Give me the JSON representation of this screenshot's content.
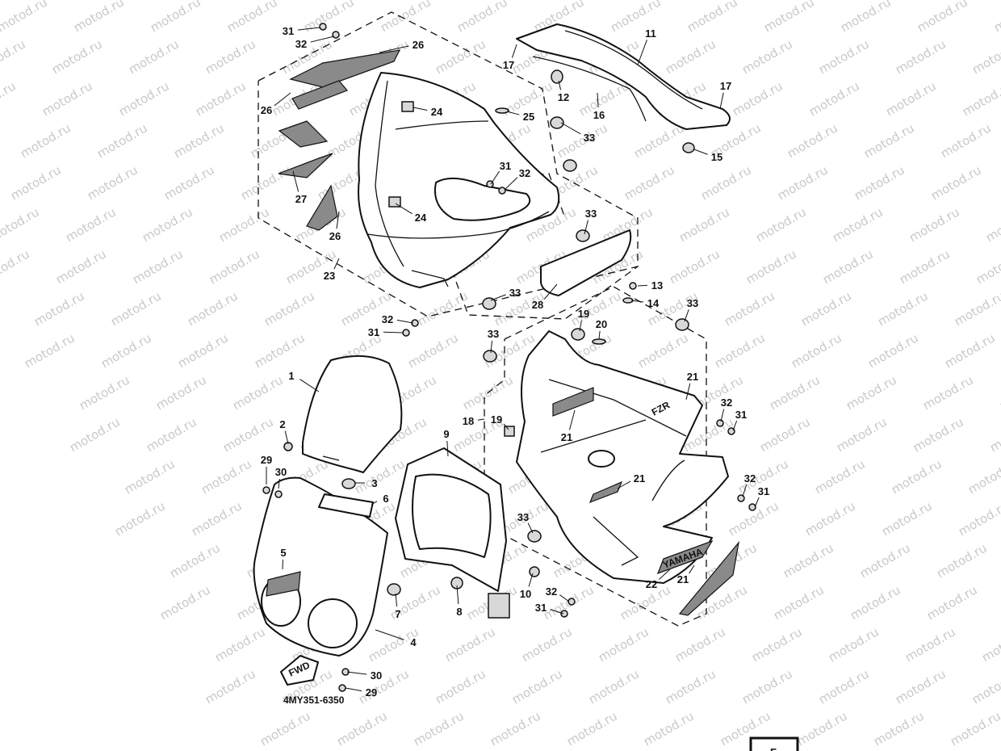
{
  "diagram": {
    "watermark": "motod.ru",
    "drawing_code": "4MY351-6350",
    "fwd_label": "FWD",
    "decal_text": "YAMAHA",
    "page_letter": "F",
    "callouts": [
      "31",
      "32",
      "26",
      "26",
      "24",
      "25",
      "33",
      "31",
      "32",
      "24",
      "27",
      "26",
      "23",
      "33",
      "33",
      "28",
      "32",
      "31",
      "11",
      "17",
      "12",
      "16",
      "17",
      "15",
      "13",
      "14",
      "33",
      "19",
      "20",
      "33",
      "21",
      "18",
      "19",
      "32",
      "31",
      "21",
      "21",
      "32",
      "31",
      "33",
      "22",
      "21",
      "32",
      "31",
      "10",
      "1",
      "2",
      "3",
      "6",
      "9",
      "29",
      "30",
      "5",
      "7",
      "8",
      "4",
      "30",
      "29"
    ]
  },
  "colors": {
    "line": "#111111",
    "watermark": "#c9c9c9",
    "decal": "#8a8a8a"
  }
}
